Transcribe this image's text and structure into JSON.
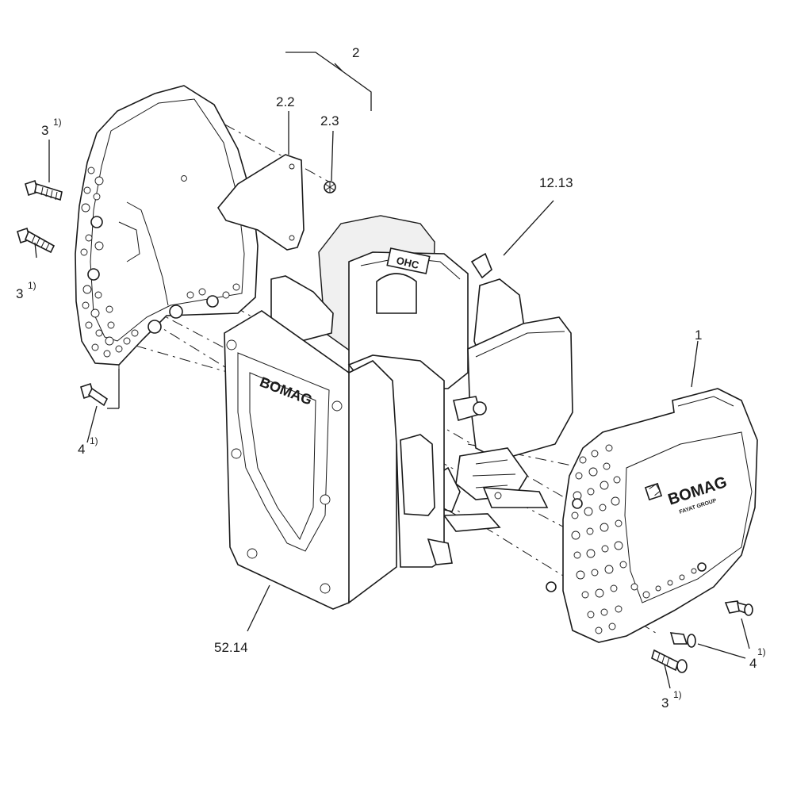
{
  "callouts": {
    "group": "2",
    "plate": "2.2",
    "nut": "2.3",
    "engine": "12.13",
    "cover_right": "1",
    "frame": "52.14",
    "bolt_tl": "3",
    "bolt_ml": "3",
    "bolt_bl": "4",
    "bolt_r1": "4",
    "bolt_r3": "3",
    "footnote": "1)"
  },
  "branding": {
    "frame_logo": "BOMAG",
    "cover_logo": "BOMAG",
    "cover_sub": "FAYAT GROUP",
    "engine_badge": "OHC"
  },
  "colors": {
    "line": "#1a1a1a",
    "paper": "#ffffff"
  }
}
